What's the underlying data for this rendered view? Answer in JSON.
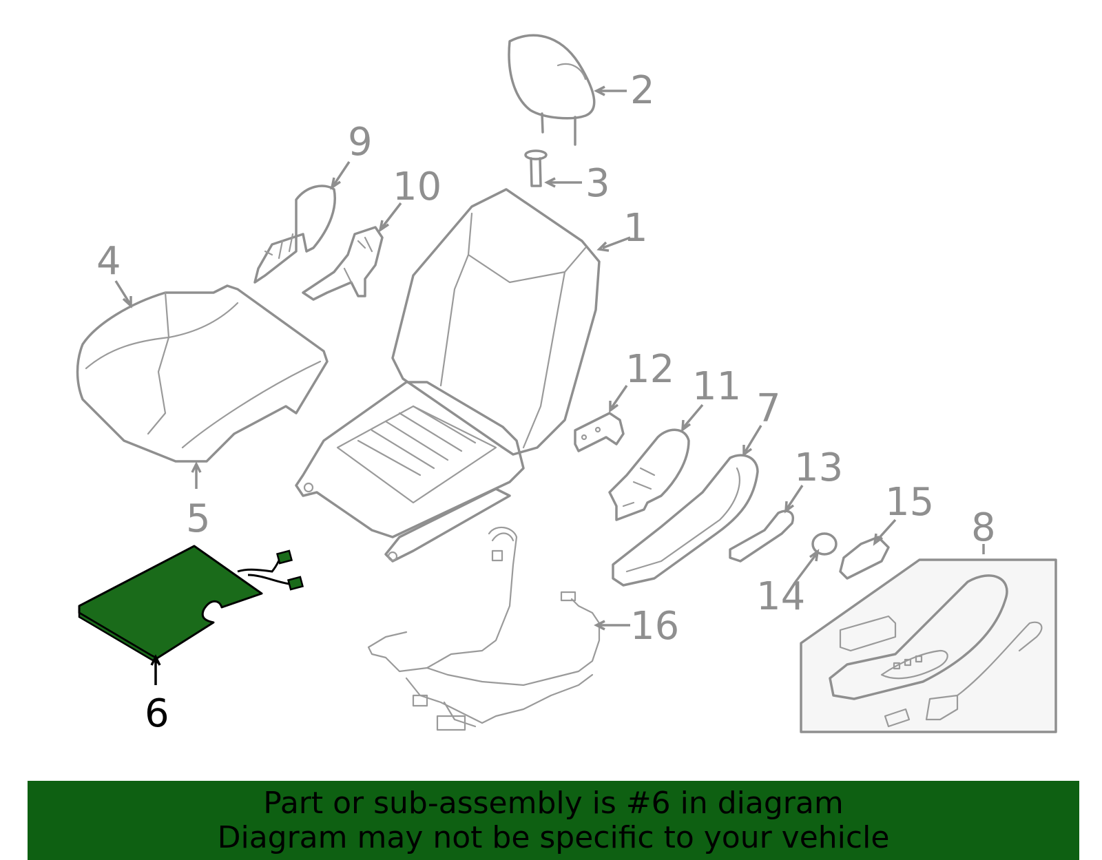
{
  "diagram": {
    "highlight_color": "#1a6b1a",
    "line_color": "#8f8f8f",
    "callouts": [
      {
        "id": "1",
        "label": "1",
        "highlighted": false
      },
      {
        "id": "2",
        "label": "2",
        "highlighted": false
      },
      {
        "id": "3",
        "label": "3",
        "highlighted": false
      },
      {
        "id": "4",
        "label": "4",
        "highlighted": false
      },
      {
        "id": "5",
        "label": "5",
        "highlighted": false
      },
      {
        "id": "6",
        "label": "6",
        "highlighted": true
      },
      {
        "id": "7",
        "label": "7",
        "highlighted": false
      },
      {
        "id": "8",
        "label": "8",
        "highlighted": false
      },
      {
        "id": "9",
        "label": "9",
        "highlighted": false
      },
      {
        "id": "10",
        "label": "10",
        "highlighted": false
      },
      {
        "id": "11",
        "label": "11",
        "highlighted": false
      },
      {
        "id": "12",
        "label": "12",
        "highlighted": false
      },
      {
        "id": "13",
        "label": "13",
        "highlighted": false
      },
      {
        "id": "14",
        "label": "14",
        "highlighted": false
      },
      {
        "id": "15",
        "label": "15",
        "highlighted": false
      },
      {
        "id": "16",
        "label": "16",
        "highlighted": false
      }
    ]
  },
  "banner": {
    "background": "#0e6012",
    "line1": "Part or sub-assembly is #6 in diagram",
    "line2": "Diagram may not be specific to your vehicle"
  }
}
